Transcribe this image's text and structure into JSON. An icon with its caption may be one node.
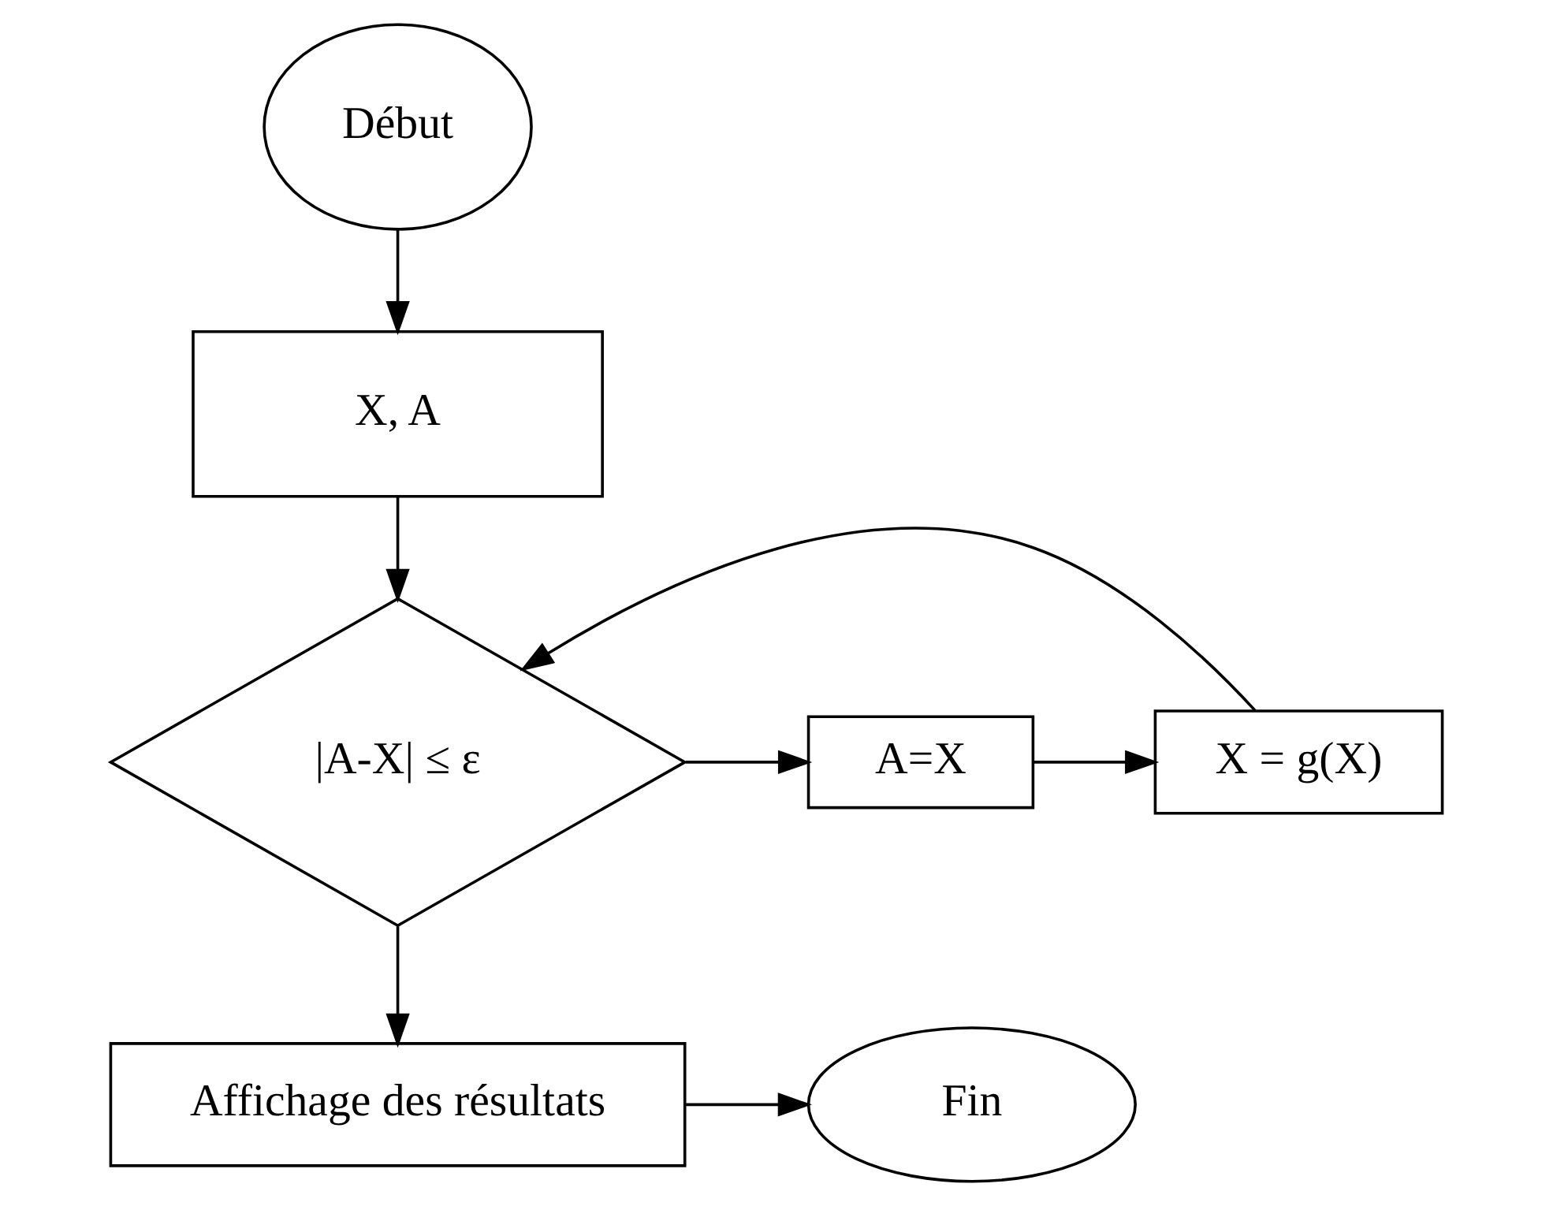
{
  "diagram": {
    "nodes": [
      {
        "text": [
          "Début"
        ]
      },
      {
        "text": [
          "X, A"
        ]
      },
      {
        "text": [
          "|A-X| ≤ ε"
        ]
      },
      {
        "text": [
          "A=X"
        ]
      },
      {
        "text": [
          "X = g(X)"
        ]
      },
      {
        "text": [
          "Affichage des résultats"
        ]
      },
      {
        "text": [
          "Fin"
        ]
      }
    ],
    "edges": [
      {
        "from": 0,
        "to": 1,
        "arrow": "to"
      },
      {
        "from": 1,
        "to": 2,
        "arrow": "to"
      },
      {
        "from": 2,
        "to": 3,
        "arrow": "to"
      },
      {
        "from": 3,
        "to": 4,
        "arrow": "to"
      },
      {
        "from": 4,
        "to": 2,
        "arrow": "to"
      },
      {
        "from": 2,
        "to": 5,
        "arrow": "to"
      },
      {
        "from": 5,
        "to": 6,
        "arrow": "to"
      }
    ]
  }
}
